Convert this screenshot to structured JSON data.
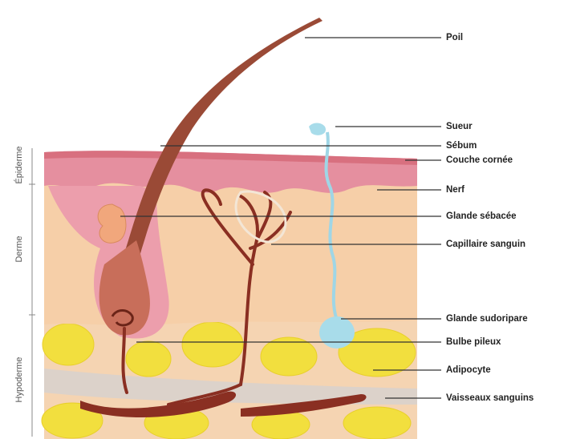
{
  "labels": {
    "poil": "Poil",
    "sueur": "Sueur",
    "sebum": "Sébum",
    "couche_cornee": "Couche cornée",
    "nerf": "Nerf",
    "glande_sebacee": "Glande sébacée",
    "capillaire_sanguin": "Capillaire sanguin",
    "glande_sudoripare": "Glande sudoripare",
    "bulbe_pileux": "Bulbe pileux",
    "adipocyte": "Adipocyte",
    "vaisseaux_sanguins": "Vaisseaux sanguins"
  },
  "layers": {
    "epiderme": "Épiderme",
    "derme": "Derme",
    "hypoderme": "Hypoderme"
  },
  "colors": {
    "epidermis": "#e79aa8",
    "dermis": "#f6cfa8",
    "fat": "#f3e04a",
    "hair": "#8b3a2b",
    "sweat": "#9fd6e6",
    "vessel": "#8a2f22"
  }
}
